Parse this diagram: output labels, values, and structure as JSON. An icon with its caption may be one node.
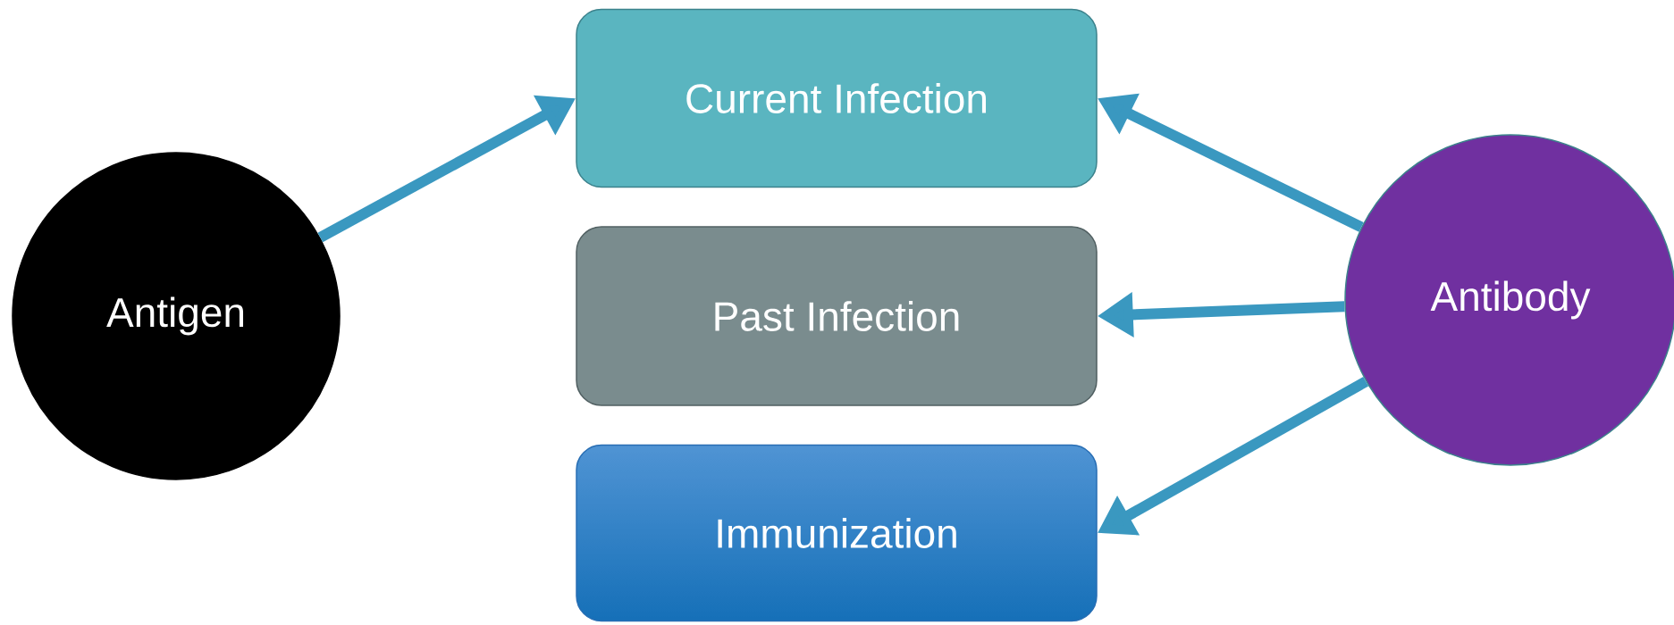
{
  "diagram": {
    "nodes": [
      {
        "text": [
          "Antigen"
        ]
      },
      {
        "text": [
          "Current Infection"
        ]
      },
      {
        "text": [
          "Past Infection"
        ]
      },
      {
        "text": [
          "Immunization"
        ]
      },
      {
        "text": [
          "Antibody"
        ]
      }
    ],
    "edges": [
      {
        "from": 0,
        "to": 1,
        "arrow": "to"
      },
      {
        "from": 4,
        "to": 1,
        "arrow": "to"
      },
      {
        "from": 4,
        "to": 2,
        "arrow": "to"
      },
      {
        "from": 4,
        "to": 3,
        "arrow": "to"
      }
    ]
  }
}
